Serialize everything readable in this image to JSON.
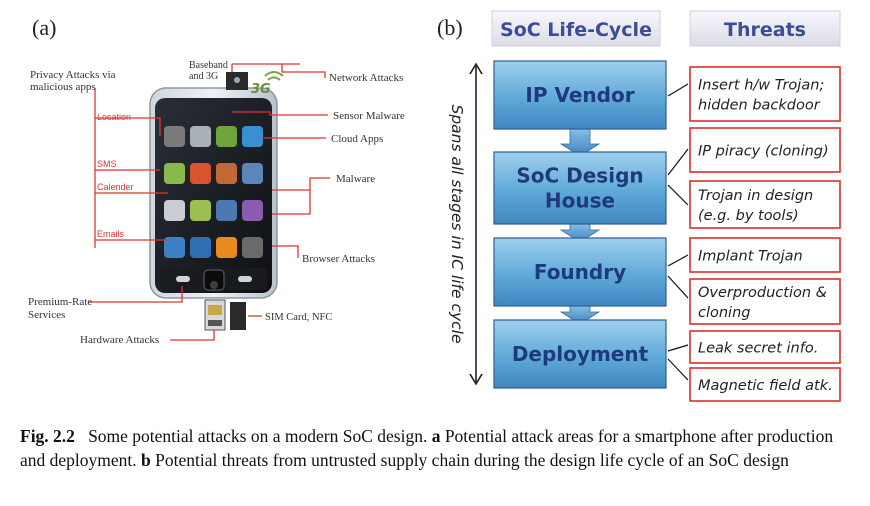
{
  "panel_a": {
    "label": "(a)",
    "callouts": {
      "privacy": [
        "Privacy Attacks via",
        "malicious apps"
      ],
      "baseband": [
        "Baseband",
        "and 3G"
      ],
      "network": "Network Attacks",
      "sensor": "Sensor Malware",
      "cloud": "Cloud Apps",
      "malware": "Malware",
      "browser": "Browser Attacks",
      "premium": [
        "Premium-Rate",
        "Services"
      ],
      "hardware": "Hardware Attacks",
      "sim": "SIM Card, NFC",
      "location": "Location",
      "sms": "SMS",
      "calender": "Calender",
      "emails": "Emails"
    },
    "badge_3g": "3G"
  },
  "panel_b": {
    "label": "(b)",
    "header_left": "SoC Life-Cycle",
    "header_right": "Threats",
    "side_text": "Spans all stages in IC life cycle",
    "stages": [
      {
        "lines": [
          "IP Vendor"
        ]
      },
      {
        "lines": [
          "SoC Design",
          "House"
        ]
      },
      {
        "lines": [
          "Foundry"
        ]
      },
      {
        "lines": [
          "Deployment"
        ]
      }
    ],
    "threats": [
      [
        "Insert h/w Trojan;",
        "hidden backdoor"
      ],
      [
        "IP piracy (cloning)"
      ],
      [
        "Trojan in design",
        "(e.g. by tools)"
      ],
      [
        "Implant Trojan"
      ],
      [
        "Overproduction &",
        "cloning"
      ],
      [
        "Leak secret info."
      ],
      [
        "Magnetic field atk."
      ]
    ]
  },
  "caption": {
    "fig_label": "Fig. 2.2",
    "t1": "Some potential attacks on a modern SoC design.",
    "a_label": "a",
    "t2": "Potential attack areas for a smartphone after production and deployment.",
    "b_label": "b",
    "t3": "Potential threats from untrusted supply chain during the design life cycle of an SoC design"
  }
}
